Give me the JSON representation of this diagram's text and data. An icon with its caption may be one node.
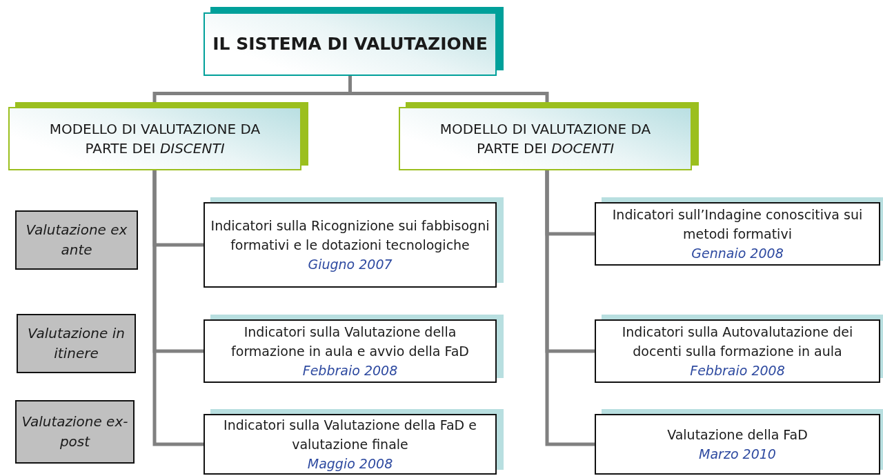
{
  "diagram": {
    "nodes": [
      {
        "text": [
          "IL SISTEMA DI VALUTAZIONE"
        ]
      },
      {
        "text": [
          "MODELLO DI VALUTAZIONE DA PARTE DEI *DISCENTI*"
        ]
      },
      {
        "text": [
          "MODELLO DI VALUTAZIONE DA PARTE DEI *DOCENTI*"
        ]
      },
      {
        "text": [
          "Valutazione ex ante"
        ]
      },
      {
        "text": [
          "Valutazione in itinere"
        ]
      },
      {
        "text": [
          "Valutazione ex-post"
        ]
      },
      {
        "text": [
          "Indicatori sulla Ricognizione sui fabbisogni formativi e le dotazioni tecnologiche",
          "Giugno 2007"
        ]
      },
      {
        "text": [
          "Indicatori sulla Valutazione della formazione in aula e avvio della FaD",
          "Febbraio 2008"
        ]
      },
      {
        "text": [
          "Indicatori sulla Valutazione della FaD e valutazione finale",
          "Maggio 2008"
        ]
      },
      {
        "text": [
          "Indicatori sull’Indagine conoscitiva sui metodi formativi",
          "Gennaio 2008"
        ]
      },
      {
        "text": [
          "Indicatori sulla Autovalutazione dei docenti sulla formazione in aula",
          "Febbraio 2008"
        ]
      },
      {
        "text": [
          "Valutazione della FaD",
          "Marzo 2010"
        ]
      }
    ],
    "edges": [
      {
        "from": 0,
        "to": 1,
        "arrow": "none"
      },
      {
        "from": 0,
        "to": 2,
        "arrow": "none"
      },
      {
        "from": 1,
        "to": 6,
        "arrow": "none"
      },
      {
        "from": 1,
        "to": 7,
        "arrow": "none"
      },
      {
        "from": 1,
        "to": 8,
        "arrow": "none"
      },
      {
        "from": 2,
        "to": 9,
        "arrow": "none"
      },
      {
        "from": 2,
        "to": 10,
        "arrow": "none"
      },
      {
        "from": 2,
        "to": 11,
        "arrow": "none"
      }
    ]
  }
}
